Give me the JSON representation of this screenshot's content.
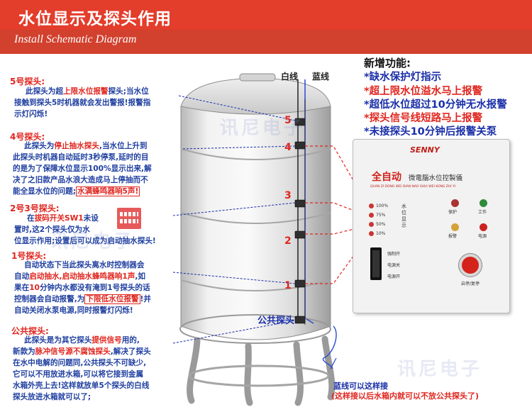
{
  "header": {
    "title": "水位显示及探头作用",
    "subtitle": "Install Schematic Diagram"
  },
  "wires": {
    "white": "白线",
    "blue": "蓝线"
  },
  "probe_numbers": [
    "5",
    "4",
    "3",
    "2",
    "1"
  ],
  "common_probe_label": "公共探头",
  "probe5": {
    "heading": "5号探头:",
    "line1_a": "此探头为超",
    "line1_b": "上限水位报警",
    "line1_c": "探头;当水位",
    "line2": "接触到探头5时机器就会发出警报!报警指",
    "line3": "示灯闪烁!"
  },
  "probe4": {
    "heading": "4号探头:",
    "line1_a": "此探头为",
    "line1_b": "停止抽水探头",
    "line1_c": ",当水位上升到",
    "line2": "此探头时机器自动延时3秒停泵,延时的目",
    "line3": "的是为了保障水位显示100%显示出来,解",
    "line4": "决了之旧款产品水浪大造成马上停抽而不",
    "line5_a": "能全显水位的问题;",
    "line5_b": "水满蜂鸣器响5声!"
  },
  "probe23": {
    "heading": "2号3号探头:",
    "line1_a": "在",
    "line1_b": "拔码开关SW1",
    "line1_c": "未设",
    "line2": "置时,这2个探头仅为水",
    "line3": "位显示作用;设置后可以成为启动抽水探头!"
  },
  "probe1": {
    "heading": "1号探头:",
    "line1": "自动状态下当此探头离水时控制器会",
    "line2_a": "自动",
    "line2_b": "启动抽水,启动抽水蜂鸣器响1声",
    "line2_c": ",如",
    "line3_a": "果在",
    "line3_b": "10",
    "line3_c": "分钟内水都没有淹到1号探头的话",
    "line4_a": "控制器会自动报警,为",
    "line4_b": "下限低水位报警",
    "line4_c": "!并",
    "line5": "自动关闭水泵电源,同时报警灯闪烁!"
  },
  "common": {
    "heading": "公共探头:",
    "line1_a": "此探头是为其它探头",
    "line1_b": "提供信号",
    "line1_c": "用的,",
    "line2_a": "新款为",
    "line2_b": "脉冲信号源不腐蚀探头",
    "line2_c": ",解决了探头",
    "line3": "在水中电解的问题同,公共探头不可缺少,",
    "line4": "它可以不用放进水箱,可以将它接到金属",
    "line5": "水箱外壳上去!这样就放单5个探头的白线",
    "line6": "探头放进水箱就可以了;"
  },
  "features": {
    "title": "新增功能:",
    "items": [
      {
        "text": "*缺水保护灯指示",
        "color": "#1a2fa8"
      },
      {
        "text": "*超上限水位溢水马上报警",
        "color": "#e0261f"
      },
      {
        "text": "*超低水位超过10分钟无水报警",
        "color": "#1a2fa8"
      },
      {
        "text": "*探头信号线短路马上报警",
        "color": "#e0261f"
      },
      {
        "text": "*未接探头10分钟后报警关泵",
        "color": "#1a2fa8"
      }
    ]
  },
  "controller": {
    "brand": "SENNY",
    "name_big": "全自动",
    "name_small": "微電腦水位控製儀",
    "pinyin": "QUAN ZI DONG WEI DIAN NAO SHUI WEI KONG ZHI YI",
    "levels": [
      "100%",
      "75%",
      "50%",
      "10%"
    ],
    "level_caption": "水位显示",
    "lights": [
      "保护",
      "工作",
      "报警",
      "电源"
    ],
    "switches": [
      "强制开",
      "电源关",
      "电源开"
    ],
    "button_caption": "启停/复停"
  },
  "bottom_note": {
    "line1": "蓝线可以这样接",
    "line2": "(这样接以后水箱内就可以不放公共探头了)"
  },
  "watermark": "讯尼电子"
}
